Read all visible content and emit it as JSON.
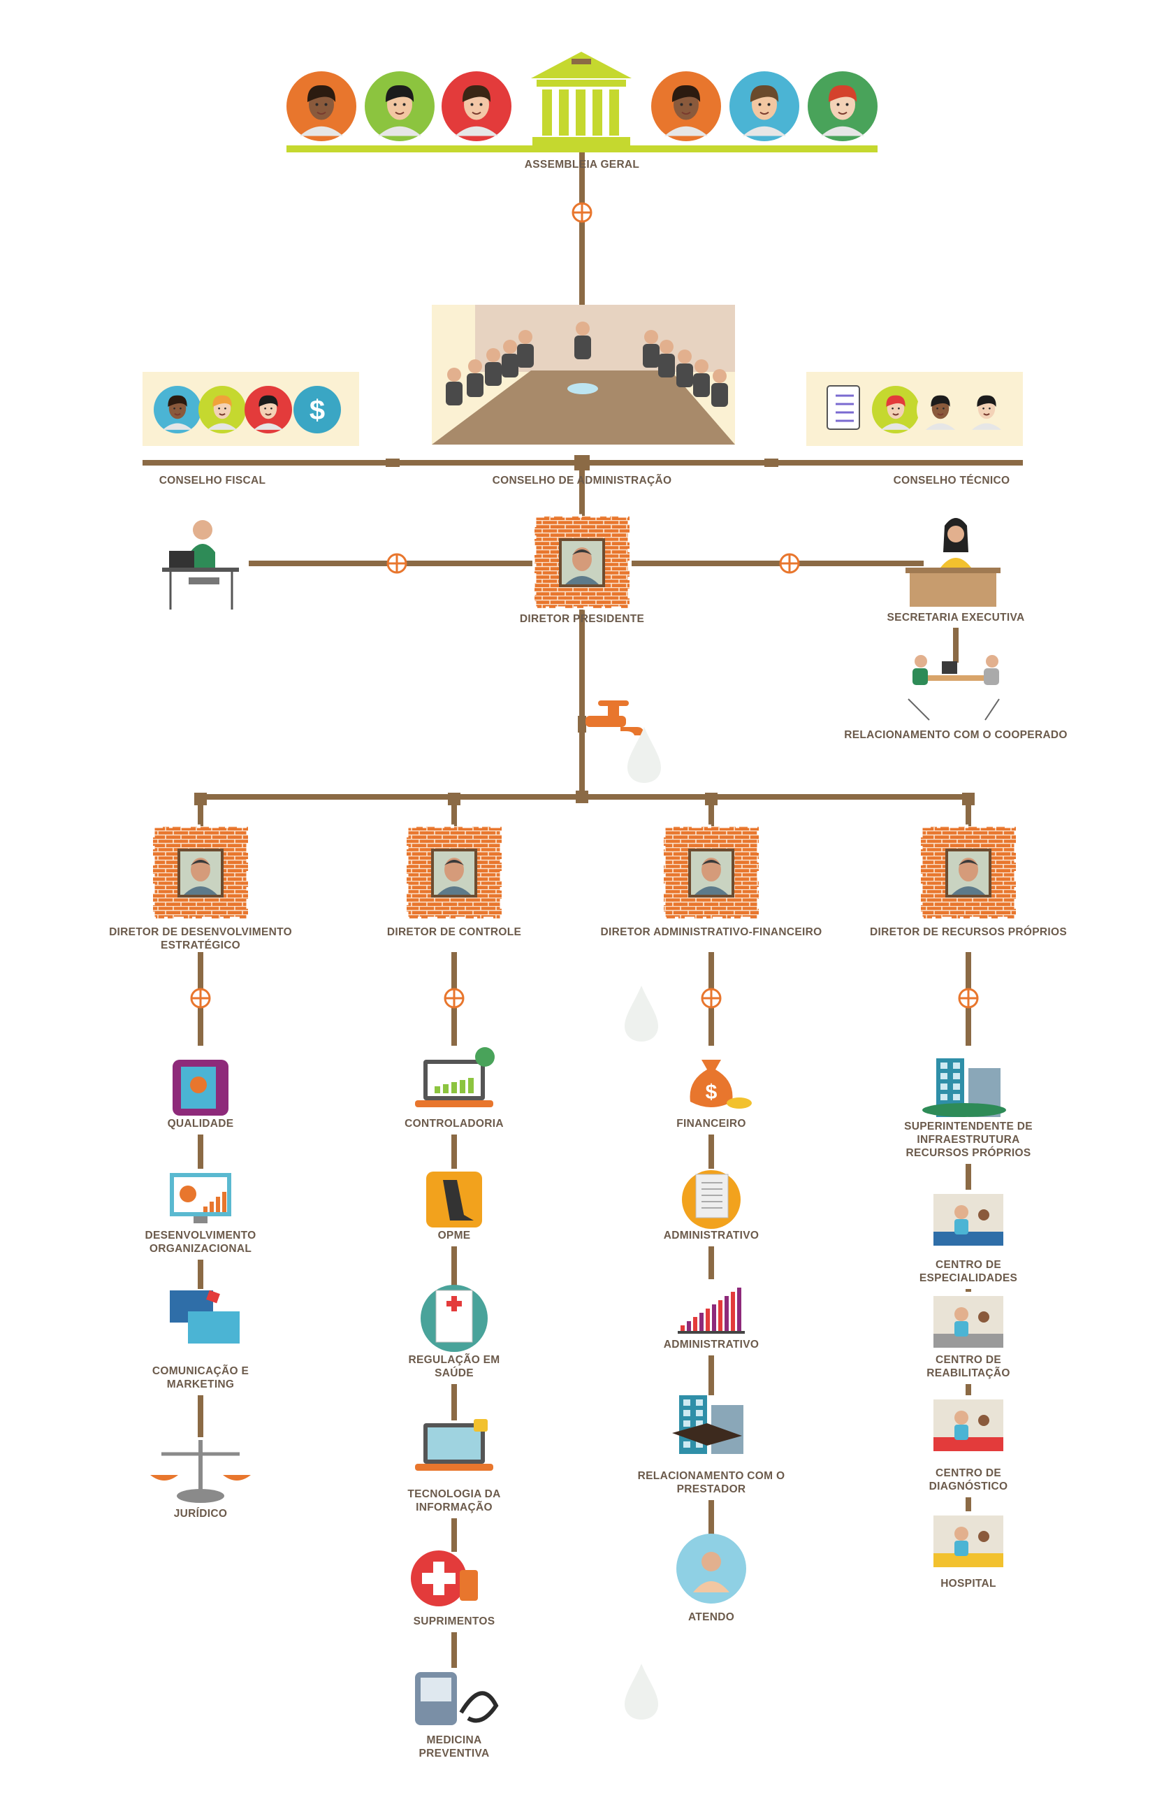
{
  "colors": {
    "pipe": "#8b6a45",
    "valve": "#e8762d",
    "lime": "#c5d82f",
    "panel": "#fbf1d3",
    "brick": "#e8762d",
    "label": "#6b5a4b",
    "drop": "#eef1ee"
  },
  "top": {
    "label": "ASSEMBLEIA GERAL",
    "people_icons": [
      "person-avatar-icon",
      "person-avatar-icon",
      "person-avatar-icon",
      "person-avatar-icon",
      "person-avatar-icon",
      "person-avatar-icon"
    ],
    "building_icon": "courthouse-icon"
  },
  "councils": {
    "fiscal": {
      "label": "CONSELHO FISCAL",
      "icon": "dollar-icon"
    },
    "admin": {
      "label": "CONSELHO DE ADMINISTRAÇÃO",
      "icon": "meeting-table-icon"
    },
    "tecnico": {
      "label": "CONSELHO TÉCNICO",
      "icon": "clipboard-icon"
    }
  },
  "president": {
    "label": "DIRETOR PRESIDENTE"
  },
  "secretaria": {
    "label": "SECRETARIA EXECUTIVA"
  },
  "relacionamento_cooperado": {
    "label": "RELACIONAMENTO COM O COOPERADO"
  },
  "directors": [
    {
      "label": "DIRETOR DE DESENVOLVIMENTO ESTRATÉGICO",
      "items": [
        {
          "label": "QUALIDADE",
          "icon": "certificate-tablet-icon"
        },
        {
          "label": "DESENVOLVIMENTO ORGANIZACIONAL",
          "icon": "monitor-chart-icon"
        },
        {
          "label": "COMUNICAÇÃO E MARKETING",
          "icon": "marketing-boards-icon"
        },
        {
          "label": "JURÍDICO",
          "icon": "scales-icon"
        }
      ]
    },
    {
      "label": "DIRETOR DE CONTROLE",
      "items": [
        {
          "label": "CONTROLADORIA",
          "icon": "laptop-chart-icon"
        },
        {
          "label": "OPME",
          "icon": "prosthesis-icon"
        },
        {
          "label": "REGULAÇÃO EM SAÚDE",
          "icon": "medical-document-icon"
        },
        {
          "label": "TECNOLOGIA DA INFORMAÇÃO",
          "icon": "laptop-lock-icon"
        },
        {
          "label": "SUPRIMENTOS",
          "icon": "medical-cross-icon"
        },
        {
          "label": "MEDICINA PREVENTIVA",
          "icon": "blood-pressure-icon"
        }
      ]
    },
    {
      "label": "DIRETOR ADMINISTRATIVO-FINANCEIRO",
      "items": [
        {
          "label": "FINANCEIRO",
          "icon": "money-bag-icon"
        },
        {
          "label": "ADMINISTRATIVO",
          "icon": "document-pen-icon"
        },
        {
          "label": "ADMINISTRATIVO",
          "icon": "bar-chart-icon"
        },
        {
          "label": "RELACIONAMENTO COM O PRESTADOR",
          "icon": "handshake-icon"
        },
        {
          "label": "ATENDO",
          "icon": "patient-care-icon"
        }
      ]
    },
    {
      "label": "DIRETOR DE RECURSOS PRÓPRIOS",
      "items": [
        {
          "label": "SUPERINTENDENTE DE INFRAESTRUTURA RECURSOS PRÓPRIOS",
          "icon": "buildings-icon"
        },
        {
          "label": "CENTRO DE ESPECIALIDADES",
          "icon": "clinic-icon"
        },
        {
          "label": "CENTRO DE REABILITAÇÃO",
          "icon": "rehab-icon"
        },
        {
          "label": "CENTRO DE DIAGNÓSTICO",
          "icon": "diagnostic-icon"
        },
        {
          "label": "HOSPITAL",
          "icon": "hospital-icon"
        }
      ]
    }
  ]
}
